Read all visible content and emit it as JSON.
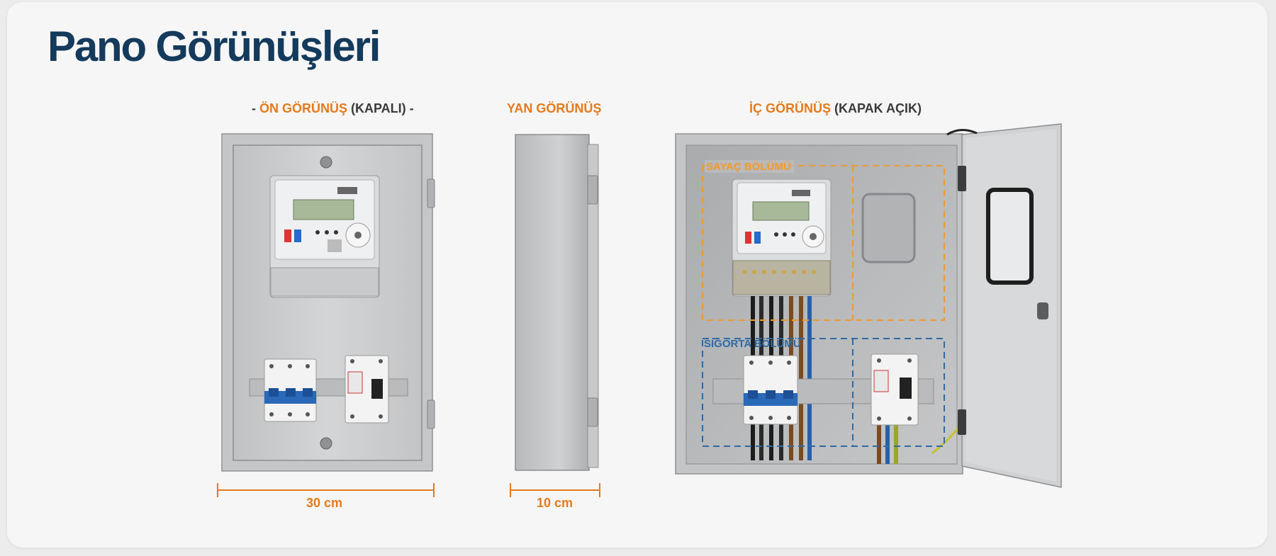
{
  "title": "Pano Görünüşleri",
  "views": {
    "front": {
      "prefix": "- ",
      "highlight": "ÖN GÖRÜNÜŞ",
      "suffix": " (KAPALI) -",
      "dimension": "30 cm"
    },
    "side": {
      "highlight": "YAN GÖRÜNÜŞ",
      "dimension": "10 cm"
    },
    "interior": {
      "highlight": "İÇ GÖRÜNÜŞ",
      "suffix": " (KAPAK AÇIK)"
    }
  },
  "zones": {
    "meter": "SAYAÇ BÖLÜMÜ",
    "fuse": "SİGORTA BÖLÜMÜ"
  },
  "colors": {
    "title": "#143a5c",
    "accent": "#e57a1a",
    "meter_zone": "#f09a2e",
    "fuse_zone": "#2f6aa3",
    "cabinet": "#c9cbcd"
  }
}
